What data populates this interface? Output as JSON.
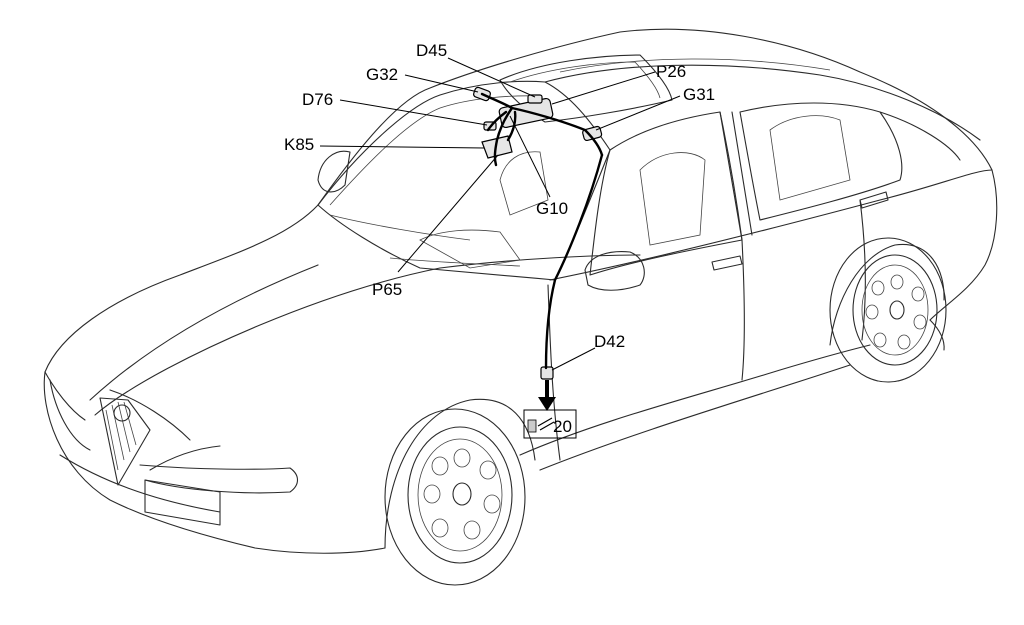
{
  "labels": {
    "d45": "D45",
    "g32": "G32",
    "p26": "P26",
    "g31": "G31",
    "d76": "D76",
    "k85": "K85",
    "g10": "G10",
    "p65": "P65",
    "d42": "D42",
    "ground": "20"
  }
}
